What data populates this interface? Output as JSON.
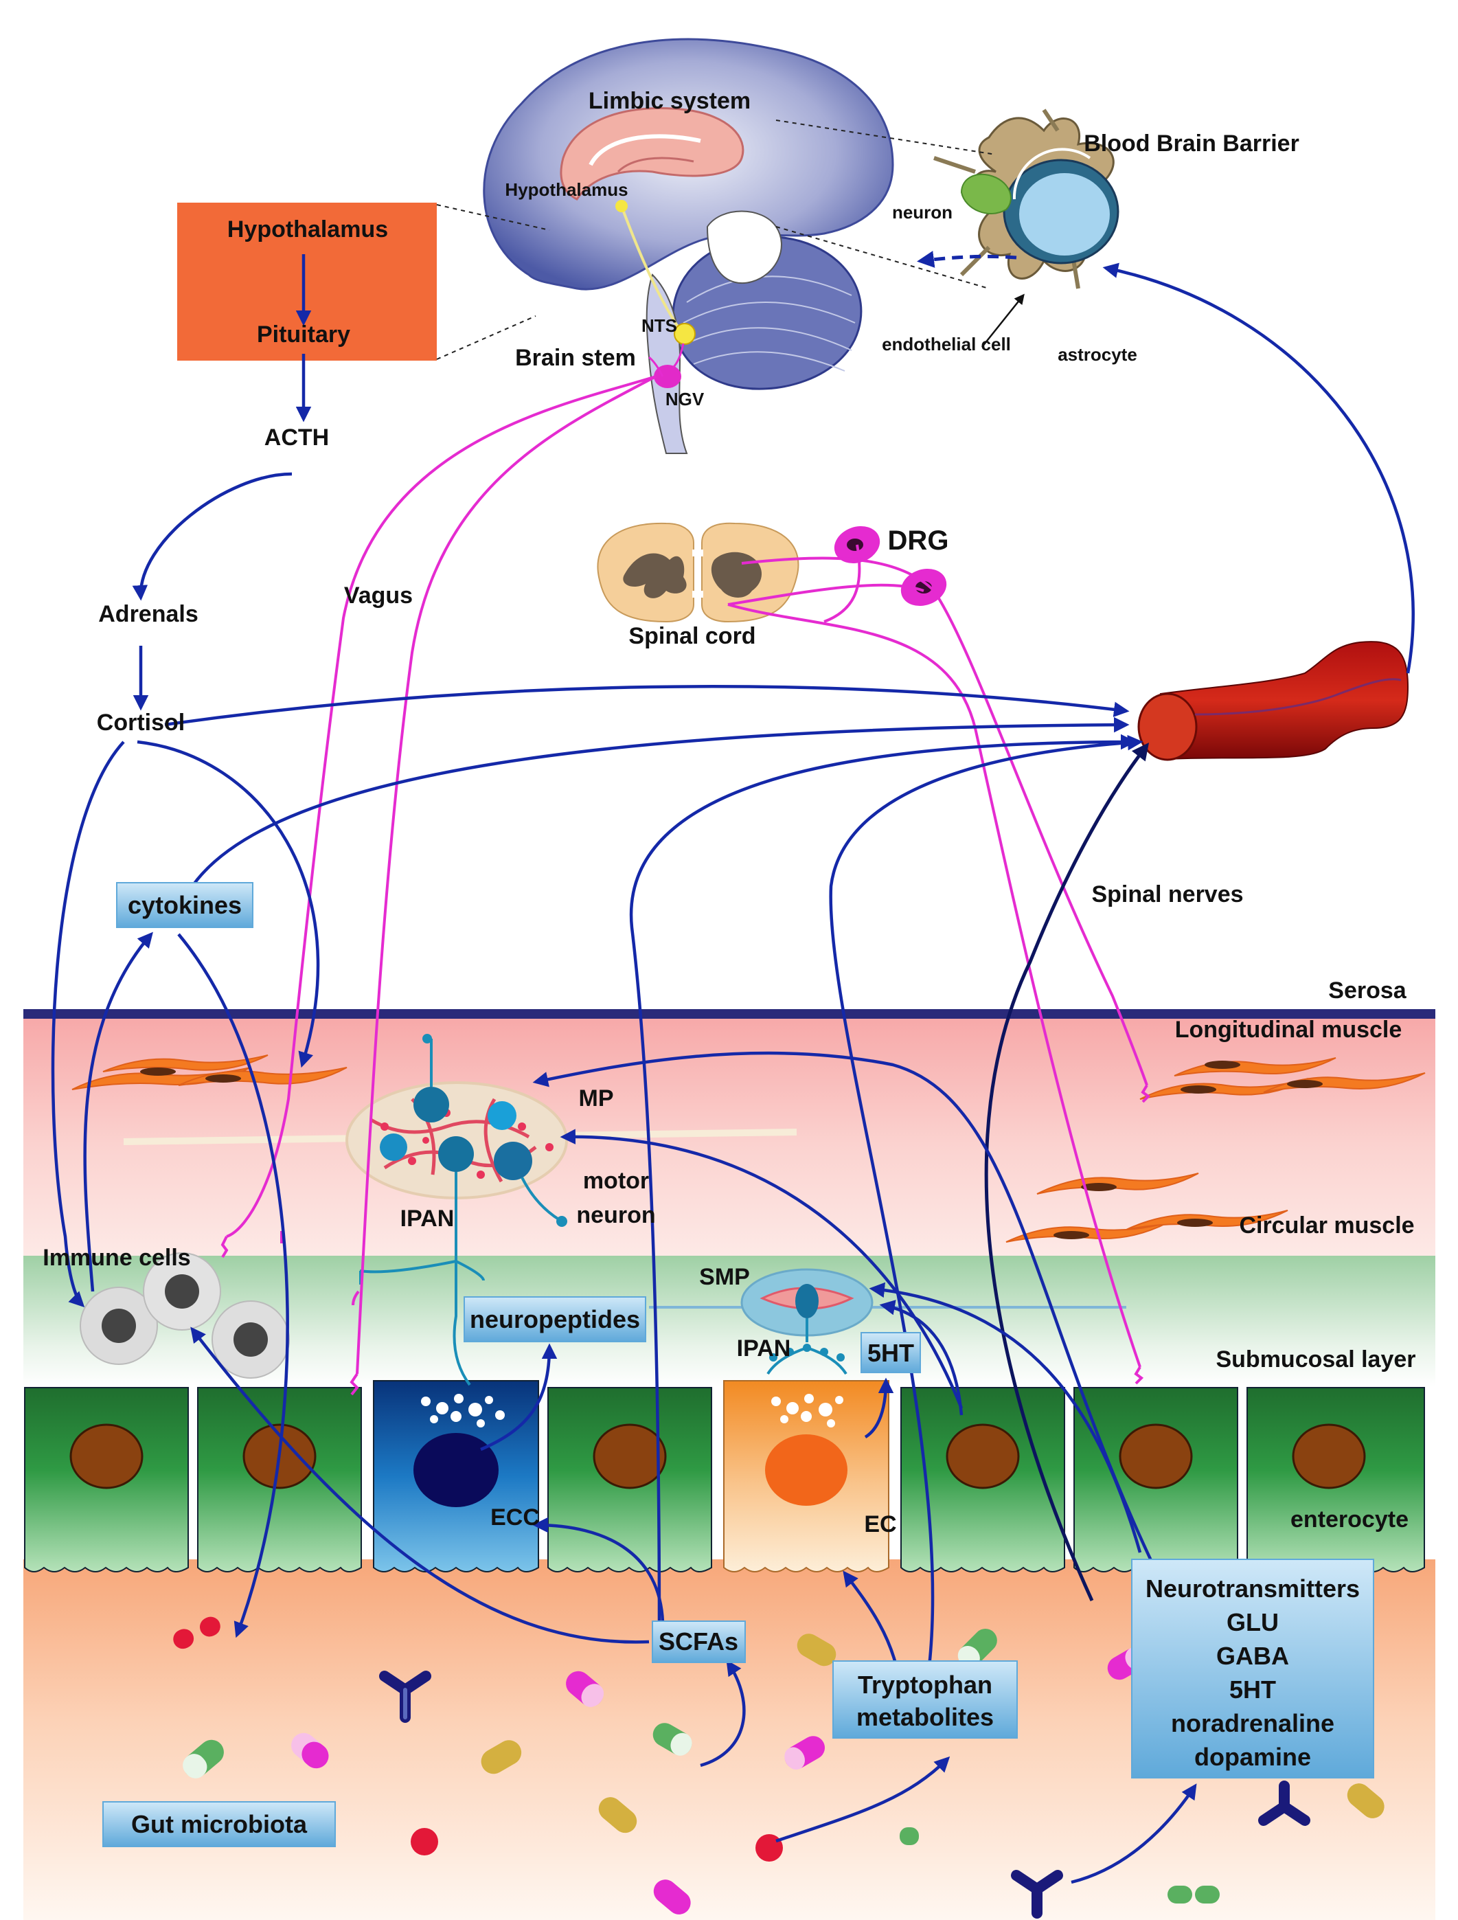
{
  "colors": {
    "arrow_blue": "#1428a8",
    "nerve_pink": "#e52bd0",
    "hpa_box": "#f26a38",
    "serosa_line": "#2a2a7a",
    "enterocyte_green": "#1f6e2e",
    "label_box": "#8cc6ea"
  },
  "labels": {
    "limbic_system": "Limbic system",
    "hypothalamus_brain": "Hypothalamus",
    "nts": "NTS",
    "ngv": "NGV",
    "brain_stem": "Brain stem",
    "bbb": "Blood Brain Barrier",
    "neuron": "neuron",
    "endothelial_cell": "endothelial cell",
    "astrocyte": "astrocyte",
    "hypothalamus": "Hypothalamus",
    "pituitary": "Pituitary",
    "acth": "ACTH",
    "adrenals": "Adrenals",
    "cortisol": "Cortisol",
    "vagus": "Vagus",
    "drg": "DRG",
    "spinal_cord": "Spinal cord",
    "spinal_nerves": "Spinal nerves",
    "serosa": "Serosa",
    "longitudinal_muscle": "Longitudinal muscle",
    "circular_muscle": "Circular muscle",
    "mp": "MP",
    "motor": "motor",
    "neuron2": "neuron",
    "ipan_mp": "IPAN",
    "smp": "SMP",
    "ipan_smp": "IPAN",
    "immune_cells": "Immune  cells",
    "submucosal_layer": "Submucosal layer",
    "ecc": "ECC",
    "ec": "EC",
    "enterocyte": "enterocyte"
  },
  "boxes": {
    "cytokines": "cytokines",
    "neuropeptides": "neuropeptides",
    "five_ht": "5HT",
    "scfas": "SCFAs",
    "tryptophan_line1": "Tryptophan",
    "tryptophan_line2": "metabolites",
    "gut_microbiota": "Gut microbiota",
    "neurotransmitters": [
      "Neurotransmitters",
      "GLU",
      "GABA",
      "5HT",
      "noradrenaline",
      "dopamine"
    ]
  }
}
